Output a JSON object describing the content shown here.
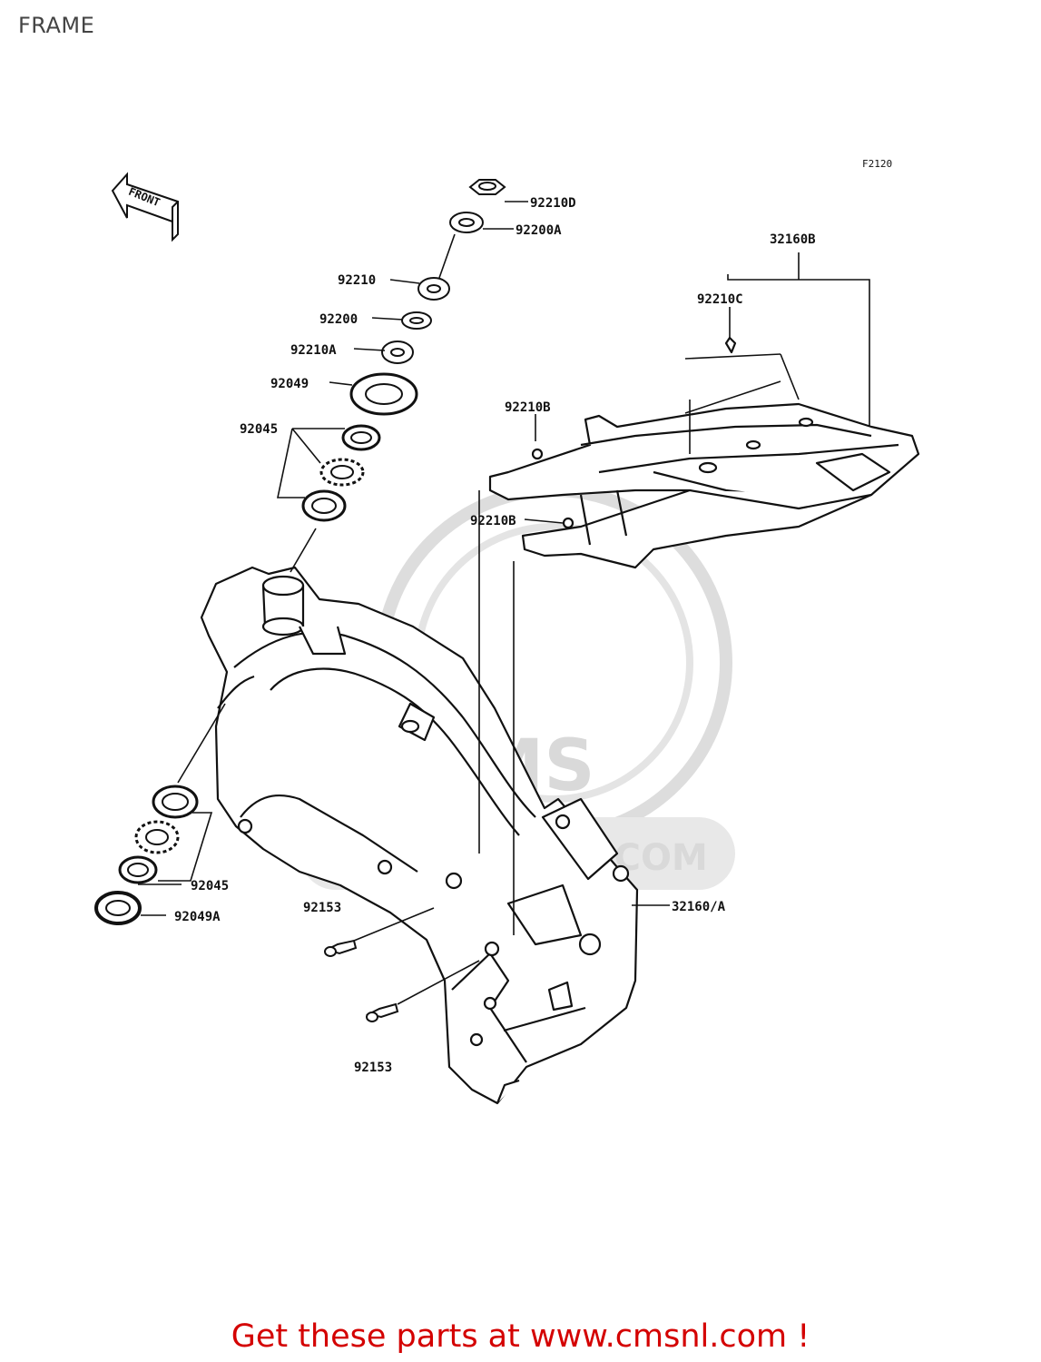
{
  "header": {
    "title": "FRAME"
  },
  "diagram": {
    "code": "F2120",
    "front_label": "FRONT",
    "watermark": {
      "brand": "CMS",
      "url": "WWW.CMSNL.COM"
    },
    "callouts": {
      "p92210D": "92210D",
      "p92200A": "92200A",
      "p92210": "92210",
      "p92200": "92200",
      "p92210A": "92210A",
      "p92049": "92049",
      "p92045_top": "92045",
      "p92210B_1": "92210B",
      "p92210B_2": "92210B",
      "p92210C": "92210C",
      "p32160B": "32160B",
      "p92045_bottom": "92045",
      "p92049A": "92049A",
      "p92153_1": "92153",
      "p92153_2": "92153",
      "p32160A": "32160/A"
    }
  },
  "footer": {
    "link_text": "Get these parts at www.cmsnl.com !"
  },
  "colors": {
    "footer_text": "#d40000",
    "line": "#111111",
    "watermark": "#d9d9d9"
  }
}
